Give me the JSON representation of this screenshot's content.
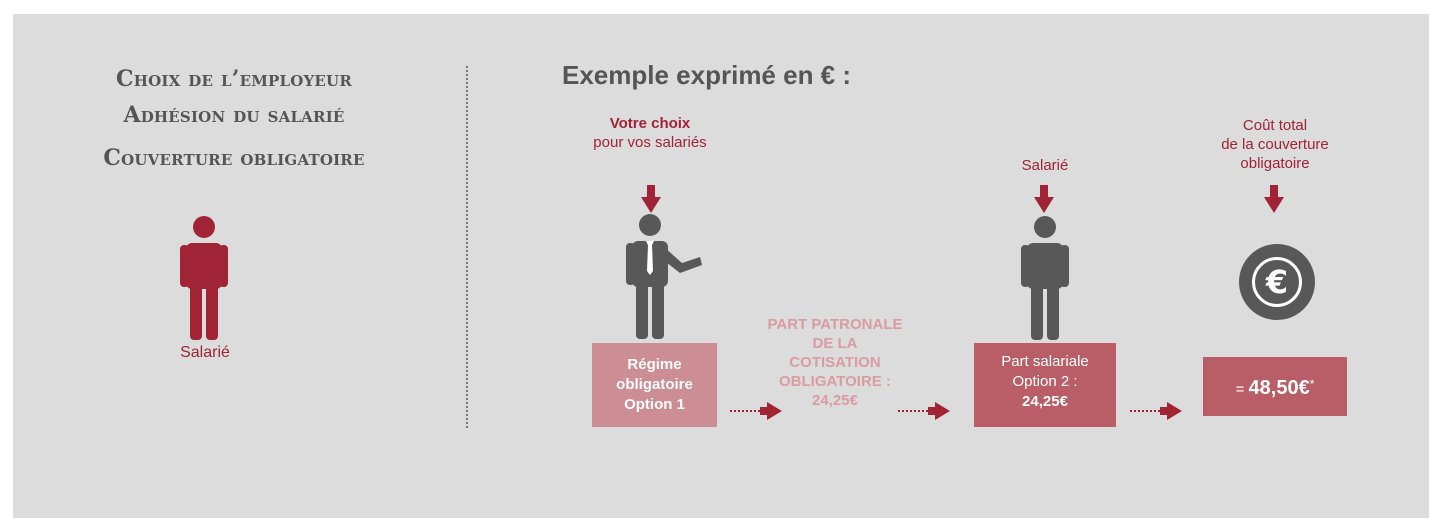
{
  "left": {
    "line1": "Choix de l’employeur",
    "line2": "Adhésion du salarié",
    "line3": "Couverture obligatoire",
    "person_label": "Salarié"
  },
  "right": {
    "title": "Exemple exprimé en € :",
    "choice_bold": "Votre choix",
    "choice_sub": "pour vos salariés",
    "salarie_label": "Salarié",
    "cost_label": [
      "Coût total",
      "de la couverture",
      "obligatoire"
    ],
    "box1": [
      "Régime",
      "obligatoire",
      "Option 1"
    ],
    "part_patronale": [
      "PART PATRONALE",
      "DE LA",
      "COTISATION",
      "OBLIGATOIRE :",
      "24,25€"
    ],
    "box2": [
      "Part salariale",
      "Option 2 :",
      "24,25€"
    ],
    "box3_prefix": "= ",
    "box3_total": "48,50€",
    "box3_star": "*",
    "euro_symbol": "€"
  },
  "colors": {
    "accent": "#a02336",
    "dark": "#585858",
    "box_light": "#cc8d94",
    "box_dark": "#b95d67",
    "background": "#dcdcdc"
  },
  "icons": [
    "person-icon",
    "businessman-icon",
    "down-arrow-icon",
    "dotted-right-arrow-icon",
    "euro-icon"
  ]
}
